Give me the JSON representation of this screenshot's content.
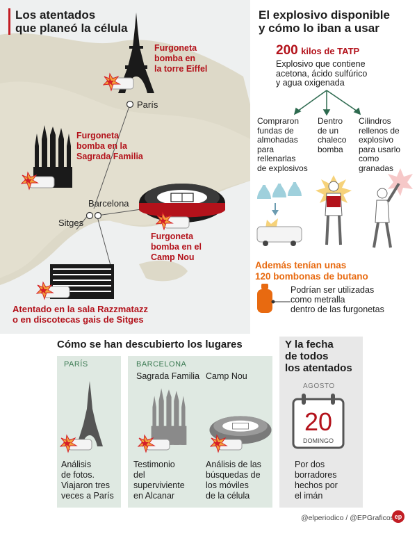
{
  "map_section": {
    "title_line1": "Los atentados",
    "title_line2": "que planeó la célula",
    "targets": {
      "eiffel": [
        "Furgoneta",
        "bomba en",
        "la torre Eiffel"
      ],
      "sagrada": [
        "Furgoneta",
        "bomba en la",
        "Sagrada Familia"
      ],
      "campnou": [
        "Furgoneta",
        "bomba en el",
        "Camp Nou"
      ],
      "razzmatazz": [
        "Atentado en la sala Razzmatazz",
        "o en discotecas gais de Sitges"
      ]
    },
    "cities": {
      "paris": "París",
      "barcelona": "Barcelona",
      "sitges": "Sitges"
    }
  },
  "explosive_section": {
    "title_line1": "El explosivo disponible",
    "title_line2": "y cómo lo iban a usar",
    "amount": "200",
    "amount_rest": "kilos de TATP",
    "composition": [
      "Explosivo que contiene",
      "acetona, ácido sulfúrico",
      "y agua oxigenada"
    ],
    "uses": [
      [
        "Compraron",
        "fundas de",
        "almohadas",
        "para",
        "rellenarlas",
        "de explosivos"
      ],
      [
        "Dentro",
        "de un",
        "chaleco",
        "bomba"
      ],
      [
        "Cilindros",
        "rellenos de",
        "explosivo",
        "para usarlo",
        "como",
        "granadas"
      ]
    ],
    "butane_line1": "Además tenían unas",
    "butane_line2": "120 bombonas de butano",
    "butane_desc": [
      "Podrían ser utilizadas",
      "como metralla",
      "dentro de las furgonetas"
    ]
  },
  "discovery_section": {
    "title": "Cómo se han descubierto los lugares",
    "paris_label": "PARÍS",
    "barcelona_label": "BARCELONA",
    "sagrada_label": "Sagrada Familia",
    "campnou_label": "Camp Nou",
    "texts": [
      [
        "Análisis",
        "de fotos.",
        "Viajaron tres",
        "veces a París"
      ],
      [
        "Testimonio",
        "del",
        "superviviente",
        "en Alcanar"
      ],
      [
        "Análisis de las",
        "búsquedas de",
        "los móviles",
        "de la célula"
      ]
    ]
  },
  "date_section": {
    "title": [
      "Y la fecha",
      "de todos",
      "los atentados"
    ],
    "month": "AGOSTO",
    "day": "20",
    "weekday": "DOMINGO",
    "desc": [
      "Por dos",
      "borradores",
      "hechos por",
      "el imán"
    ]
  },
  "footer": {
    "credits": "@elperiodico / @EPGraficos",
    "logo": "ep"
  },
  "colors": {
    "accent_red": "#b3121b",
    "orange": "#e86a10",
    "green_panel": "#dfe9e2",
    "arrow_green": "#2d6a4f"
  }
}
